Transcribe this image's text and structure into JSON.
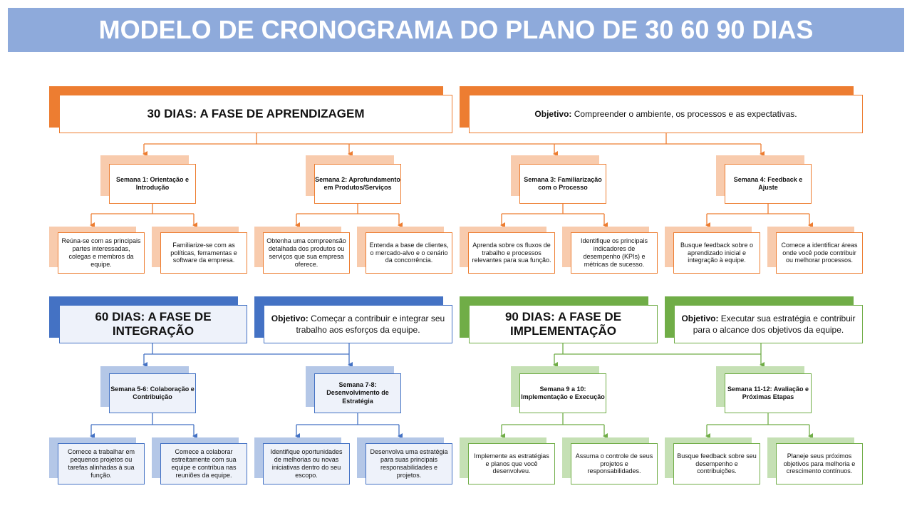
{
  "title": "MODELO DE CRONOGRAMA DO PLANO DE 30 60 90 DIAS",
  "colors": {
    "orange": "#ed7d31",
    "blue": "#4472c4",
    "green": "#70ad47",
    "title_bar": "#8eaadb"
  },
  "phase30": {
    "heading": "30 DIAS: A FASE DE APRENDIZAGEM",
    "objective_label": "Objetivo:",
    "objective_text": " Compreender o ambiente, os processos e as expectativas.",
    "weeks": [
      {
        "label": "Semana 1: Orientação e Introdução",
        "tasks": [
          "Reúna-se com as principais partes interessadas, colegas e membros da equipe.",
          "Familiarize-se com as políticas, ferramentas e software da empresa."
        ]
      },
      {
        "label": "Semana 2: Aprofundamento em Produtos/Serviços",
        "tasks": [
          "Obtenha uma compreensão detalhada dos produtos ou serviços que sua empresa oferece.",
          "Entenda a base de clientes, o mercado-alvo e o cenário da concorrência."
        ]
      },
      {
        "label": "Semana 3: Familiarização com o Processo",
        "tasks": [
          "Aprenda sobre os fluxos de trabalho e processos relevantes para sua função.",
          "Identifique os principais indicadores de desempenho (KPIs) e métricas de sucesso."
        ]
      },
      {
        "label": "Semana 4: Feedback e Ajuste",
        "tasks": [
          "Busque feedback sobre o aprendizado inicial e integração à equipe.",
          "Comece a identificar áreas onde você pode contribuir ou melhorar processos."
        ]
      }
    ]
  },
  "phase60": {
    "heading": "60 DIAS: A FASE DE INTEGRAÇÃO",
    "objective_label": "Objetivo:",
    "objective_text": " Começar a contribuir e integrar seu trabalho aos esforços da equipe.",
    "weeks": [
      {
        "label": "Semana 5-6: Colaboração e Contribuição",
        "tasks": [
          "Comece a trabalhar em pequenos projetos ou tarefas alinhadas à sua função.",
          "Comece a colaborar estreitamente com sua equipe e contribua nas reuniões da equipe."
        ]
      },
      {
        "label": "Semana 7-8: Desenvolvimento de Estratégia",
        "tasks": [
          "Identifique oportunidades de melhorias ou novas iniciativas dentro do seu escopo.",
          "Desenvolva uma estratégia para suas principais responsabilidades e projetos."
        ]
      }
    ]
  },
  "phase90": {
    "heading": "90 DIAS: A FASE DE IMPLEMENTAÇÃO",
    "objective_label": "Objetivo:",
    "objective_text": " Executar sua estratégia e contribuir para o alcance dos objetivos da equipe.",
    "weeks": [
      {
        "label": "Semana 9 a 10: Implementação e Execução",
        "tasks": [
          "Implemente as estratégias e planos que você desenvolveu.",
          "Assuma o controle de seus projetos e responsabilidades."
        ]
      },
      {
        "label": "Semana 11-12: Avaliação e Próximas Etapas",
        "tasks": [
          "Busque feedback sobre seu desempenho e contribuições.",
          "Planeje seus próximos objetivos para melhoria e crescimento contínuos."
        ]
      }
    ]
  }
}
